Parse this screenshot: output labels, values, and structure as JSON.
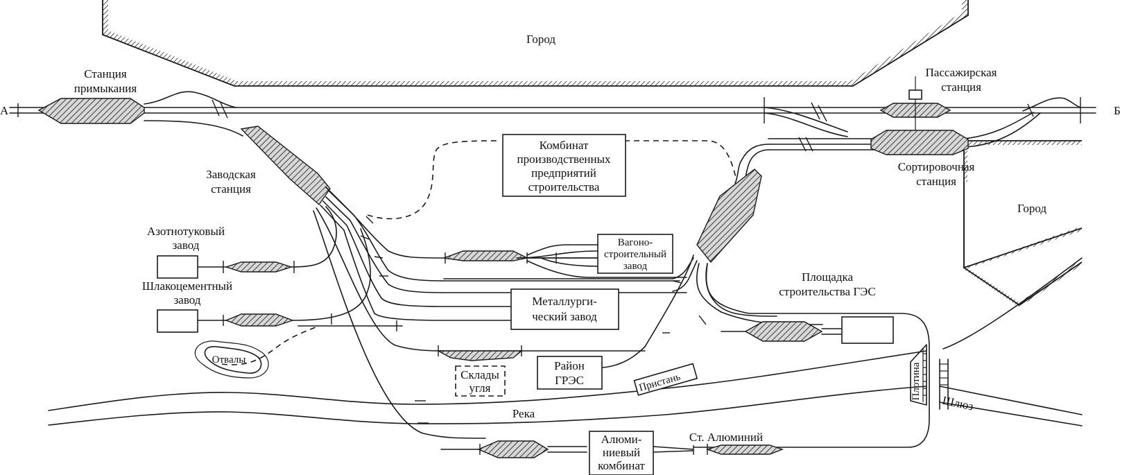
{
  "labels": {
    "gorod_top": "Город",
    "gorod_right": "Город",
    "stanciya_primykaniya": [
      "Станция",
      "примыкания"
    ],
    "passazhirskaya": [
      "Пассажирская",
      "станция"
    ],
    "sortirovochnaya": [
      "Сортировочная",
      "станция"
    ],
    "zavodskaya": [
      "Заводская",
      "станция"
    ],
    "kombinat": [
      "Комбинат",
      "производственных",
      "предприятий",
      "строительства"
    ],
    "azotnotukovyi": [
      "Азотнотуковый",
      "завод"
    ],
    "shlakocementnyi": [
      "Шлакоцементный",
      "завод"
    ],
    "vagonostroitelnyi": [
      "Вагоно-",
      "строительный",
      "завод"
    ],
    "metallurgicheskii": [
      "Металлурги-",
      "ческий завод"
    ],
    "ploshchadka_ges": [
      "Площадка",
      "строительства ГЭС"
    ],
    "otvaly": "Отвалы",
    "sklady_uglya": [
      "Склады",
      "угля"
    ],
    "raion_gres": [
      "Район",
      "ГРЭС"
    ],
    "pristan": "Пристань",
    "plotina": "Плотина",
    "shlyuz": "Шлюз",
    "reka": "Река",
    "alyuminievyi": [
      "Алюми-",
      "ниевый",
      "комбинат"
    ],
    "st_alyuminii": "Ст. Алюминий",
    "end_a": "А",
    "end_b": "Б"
  }
}
